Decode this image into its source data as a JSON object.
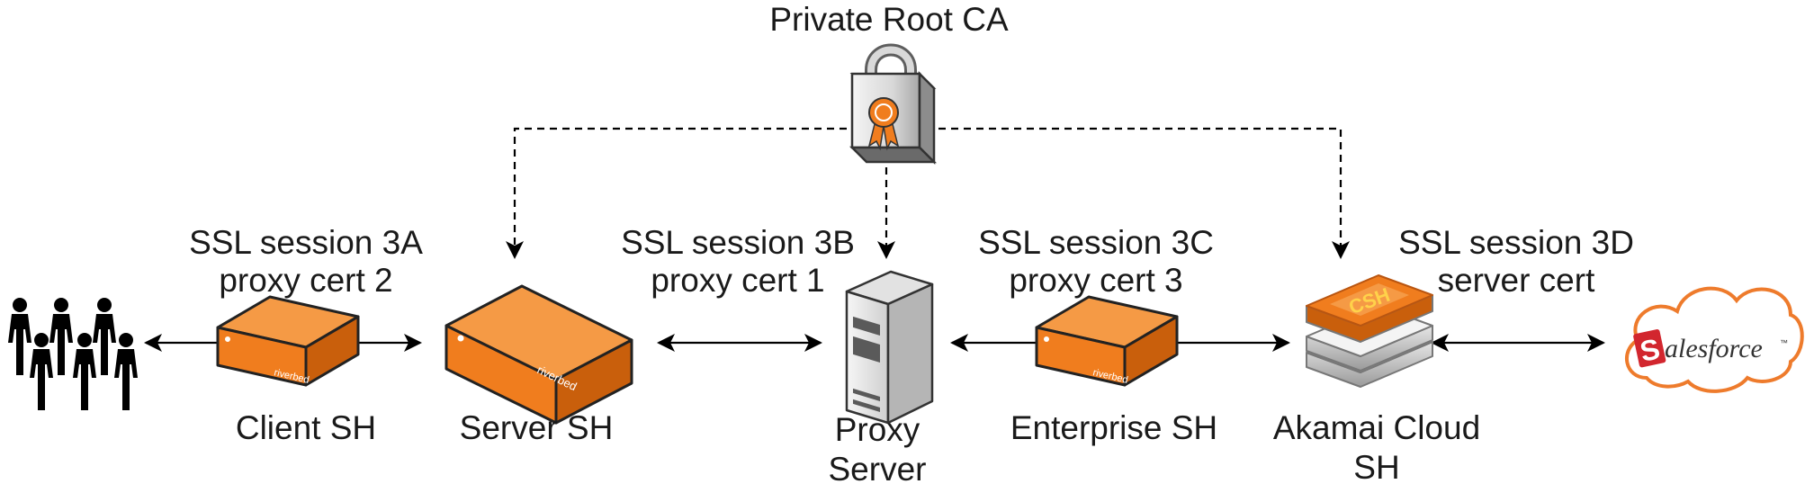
{
  "root_ca": {
    "label": "Private Root CA"
  },
  "sessions": [
    {
      "line1": "SSL session 3A",
      "line2": "proxy cert 2"
    },
    {
      "line1": "SSL session 3B",
      "line2": "proxy cert 1"
    },
    {
      "line1": "SSL session 3C",
      "line2": "proxy cert 3"
    },
    {
      "line1": "SSL session 3D",
      "line2": "server cert"
    }
  ],
  "nodes": {
    "users": {
      "icon": "people-group-icon"
    },
    "client_sh": {
      "label": "Client SH",
      "brand": "riverbed"
    },
    "server_sh": {
      "label": "Server SH",
      "brand": "riverbed"
    },
    "proxy": {
      "line1": "Proxy",
      "line2": "Server"
    },
    "enterprise_sh": {
      "label": "Enterprise SH",
      "brand": "riverbed"
    },
    "cloud_sh": {
      "line1": "Akamai Cloud",
      "line2": "SH",
      "badge": "CSH"
    },
    "salesforce": {
      "logo_s": "S",
      "logo_rest": "alesforce",
      "tm": "™"
    }
  },
  "colors": {
    "orange": "#f07d1e",
    "orange_dark": "#c95f0c",
    "line": "#000000",
    "salesforce_red": "#d2262e"
  }
}
